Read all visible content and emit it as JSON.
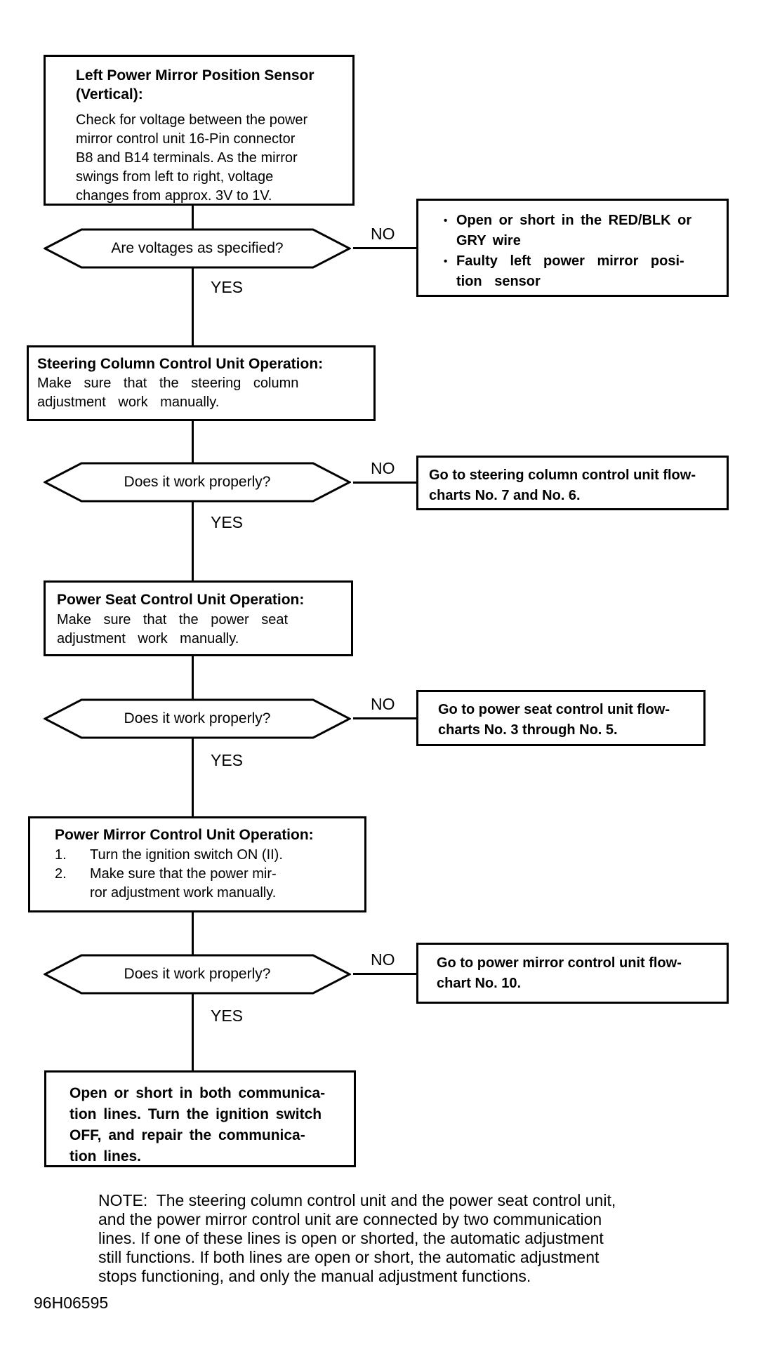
{
  "colors": {
    "ink": "#000000",
    "paper": "#ffffff"
  },
  "flow": {
    "steps": [
      {
        "title": "Left Power Mirror Position Sensor\n(Vertical):",
        "body": "Check for voltage between the power\nmirror control unit 16-Pin connector\nB8 and B14 terminals. As the mirror\nswings from left to right, voltage\nchanges from approx. 3V to 1V."
      },
      {
        "title": "Steering Column Control Unit Operation:",
        "body": "Make sure that the steering column\nadjustment work manually."
      },
      {
        "title": "Power Seat Control Unit Operation:",
        "body": "Make sure that the power seat\nadjustment work manually."
      },
      {
        "title": "Power Mirror Control Unit Operation:",
        "items": [
          {
            "num": "1.",
            "text": "Turn the ignition switch ON (II)."
          },
          {
            "num": "2.",
            "text": "Make sure that the power mir-\nror adjustment work manually."
          }
        ]
      }
    ],
    "decisions": [
      {
        "question": "Are voltages as specified?",
        "no": "NO",
        "yes": "YES"
      },
      {
        "question": "Does it work properly?",
        "no": "NO",
        "yes": "YES"
      },
      {
        "question": "Does it work properly?",
        "no": "NO",
        "yes": "YES"
      },
      {
        "question": "Does it work properly?",
        "no": "NO",
        "yes": "YES"
      }
    ],
    "no_results": [
      {
        "bullets": [
          {
            "glyph": "•",
            "text": "Open or short in the RED/BLK or\nGRY wire"
          },
          {
            "glyph": "•",
            "text": "Faulty left power mirror posi-\ntion sensor"
          }
        ]
      },
      {
        "text": "Go to steering column control unit flow-\ncharts No. 7 and No. 6."
      },
      {
        "text": "Go to power seat control unit flow-\ncharts No. 3 through No. 5."
      },
      {
        "text": "Go to power mirror control unit flow-\nchart No. 10."
      }
    ],
    "terminal": {
      "text": "Open or short in both communica-\ntion lines. Turn the ignition switch\nOFF, and repair the communica-\ntion lines."
    },
    "note": "NOTE:  The steering column control unit and the power seat control unit,\nand the power mirror control unit are connected by two communication\nlines. If one of these lines is open or shorted, the automatic adjustment\nstill functions. If both lines are open or short, the automatic adjustment\nstops functioning, and only the manual adjustment functions.",
    "figure_id": "96H06595"
  }
}
